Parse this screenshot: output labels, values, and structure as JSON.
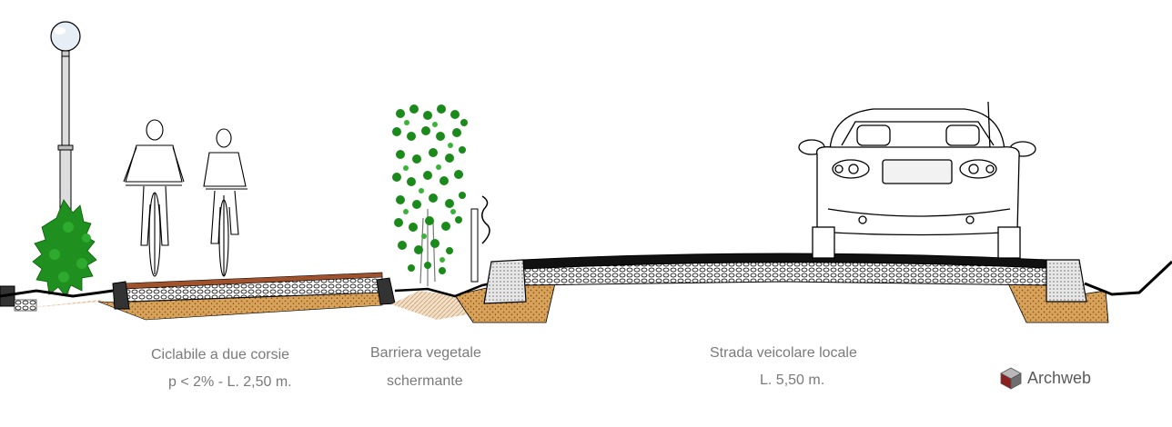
{
  "sections": {
    "bike": {
      "line1": "Ciclabile a due corsie",
      "line2": "p < 2% - L. 2,50 m."
    },
    "barrier": {
      "line1": "Barriera vegetale",
      "line2": "schermante"
    },
    "road": {
      "line1": "Strada veicolare locale",
      "line2": "L. 5,50 m."
    }
  },
  "brand": {
    "name": "Archweb",
    "icon": "archweb-cube-icon"
  },
  "colors": {
    "line": "#000000",
    "foliage": "#1a8a1a",
    "earth": "#c98a3a",
    "bike_surface": "#a0522d",
    "gravel": "#d9d9d9",
    "label_text": "#7a7a7a"
  }
}
